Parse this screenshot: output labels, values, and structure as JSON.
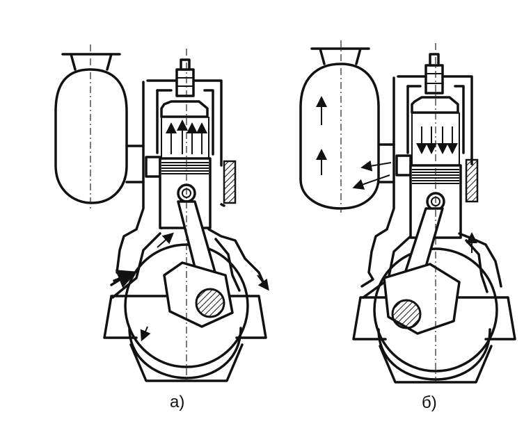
{
  "labels": {
    "left": "a)",
    "right": "б)"
  },
  "colors": {
    "ink": "#111111",
    "background": "#ffffff"
  },
  "icons": {
    "flow_arrow": "arrow",
    "hatching": "diagonal-hatch"
  }
}
